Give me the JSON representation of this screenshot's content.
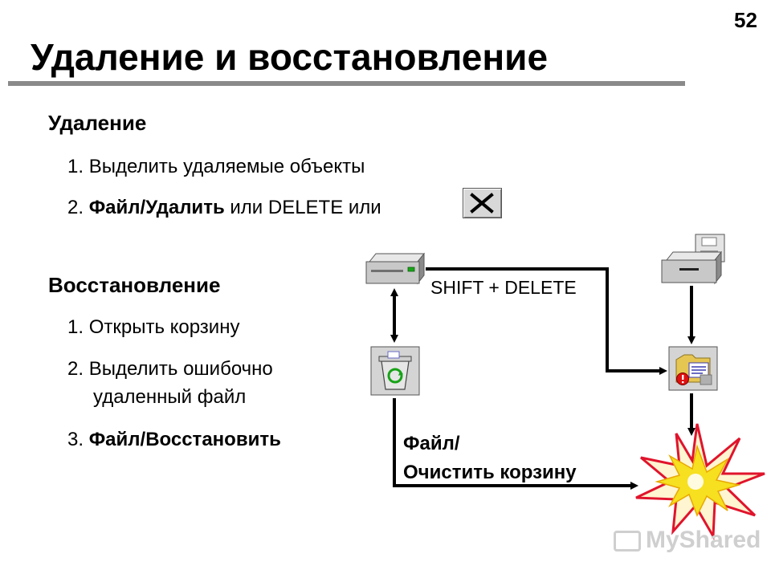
{
  "slide": {
    "page_number": "52",
    "title": "Удаление и восстановление"
  },
  "deletion": {
    "heading": "Удаление",
    "step1_num": "1.",
    "step1_text": "Выделить удаляемые объекты",
    "step2_num": "2.",
    "step2_bold": "Файл/Удалить",
    "step2_rest": " или DELETE или",
    "delete_button_icon": "close-x-icon"
  },
  "restore": {
    "heading": "Восстановление",
    "step1_num": "1.",
    "step1_text": "Открыть корзину",
    "step2_num": "2.",
    "step2_line1": "Выделить ошибочно",
    "step2_line2": "удаленный файл",
    "step3_num": "3.",
    "step3_bold": "Файл/Восстановить"
  },
  "diagram": {
    "shift_delete_label": "SHIFT + DELETE",
    "empty_bin_line1": "Файл/",
    "empty_bin_line2": "Очистить корзину",
    "icons": [
      "hard-drive-icon",
      "floppy-drive-icon",
      "recycle-bin-icon",
      "file-folder-icon",
      "explosion-icon"
    ]
  },
  "watermark": "MyShared"
}
